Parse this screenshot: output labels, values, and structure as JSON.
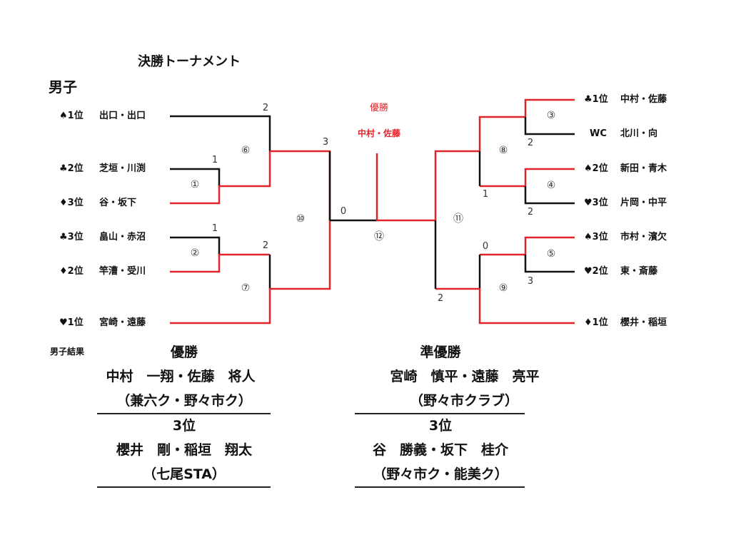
{
  "title": "決勝トーナメント",
  "section": "男子",
  "colors": {
    "winner_line": "#e0242a",
    "loser_line": "#111111"
  },
  "left_entries": [
    {
      "seed": "♠1位",
      "name": "出口・出口"
    },
    {
      "seed": "♣2位",
      "name": "芝垣・川渕"
    },
    {
      "seed": "♦3位",
      "name": "谷・坂下"
    },
    {
      "seed": "♣3位",
      "name": "畠山・赤沼"
    },
    {
      "seed": "♦2位",
      "name": "竿漕・受川"
    },
    {
      "seed": "♥1位",
      "name": "宮崎・遠藤"
    }
  ],
  "right_entries": [
    {
      "seed": "♣1位",
      "name": "中村・佐藤"
    },
    {
      "seed": "WC",
      "name": "北川・向"
    },
    {
      "seed": "♠2位",
      "name": "新田・青木"
    },
    {
      "seed": "♥3位",
      "name": "片岡・中平"
    },
    {
      "seed": "♠3位",
      "name": "市村・濱欠"
    },
    {
      "seed": "♥2位",
      "name": "東・斎藤"
    },
    {
      "seed": "♦1位",
      "name": "櫻井・稲垣"
    }
  ],
  "matches": {
    "m1": "①",
    "m2": "②",
    "m3": "③",
    "m4": "④",
    "m5": "⑤",
    "m6": "⑥",
    "m7": "⑦",
    "m8": "⑧",
    "m9": "⑨",
    "m10": "⑩",
    "m11": "⑪",
    "m12": "⑫"
  },
  "scores": {
    "m1_top": "1",
    "m2_top": "1",
    "m6_top": "2",
    "m7_top": "2",
    "m10_top": "3",
    "final_left": "0",
    "m3_bottom": "2",
    "m4_bottom": "2",
    "m5_bottom": "3",
    "m8_bottom": "1",
    "m9_top": "0",
    "m11_bottom": "2"
  },
  "champion": {
    "label": "優勝",
    "name": "中村・佐藤"
  },
  "results": {
    "heading": "男子結果",
    "first": {
      "label": "優勝",
      "players": "中村　一翔・佐藤　将人",
      "club": "（兼六ク・野々市ク）"
    },
    "second": {
      "label": "準優勝",
      "players": "宮崎　慎平・遠藤　亮平",
      "club": "（野々市クラブ）"
    },
    "third_a": {
      "label": "3位",
      "players": "櫻井　剛・稲垣　翔太",
      "club": "（七尾STA）"
    },
    "third_b": {
      "label": "3位",
      "players": "谷　勝義・坂下　桂介",
      "club": "（野々市ク・能美ク）"
    }
  }
}
